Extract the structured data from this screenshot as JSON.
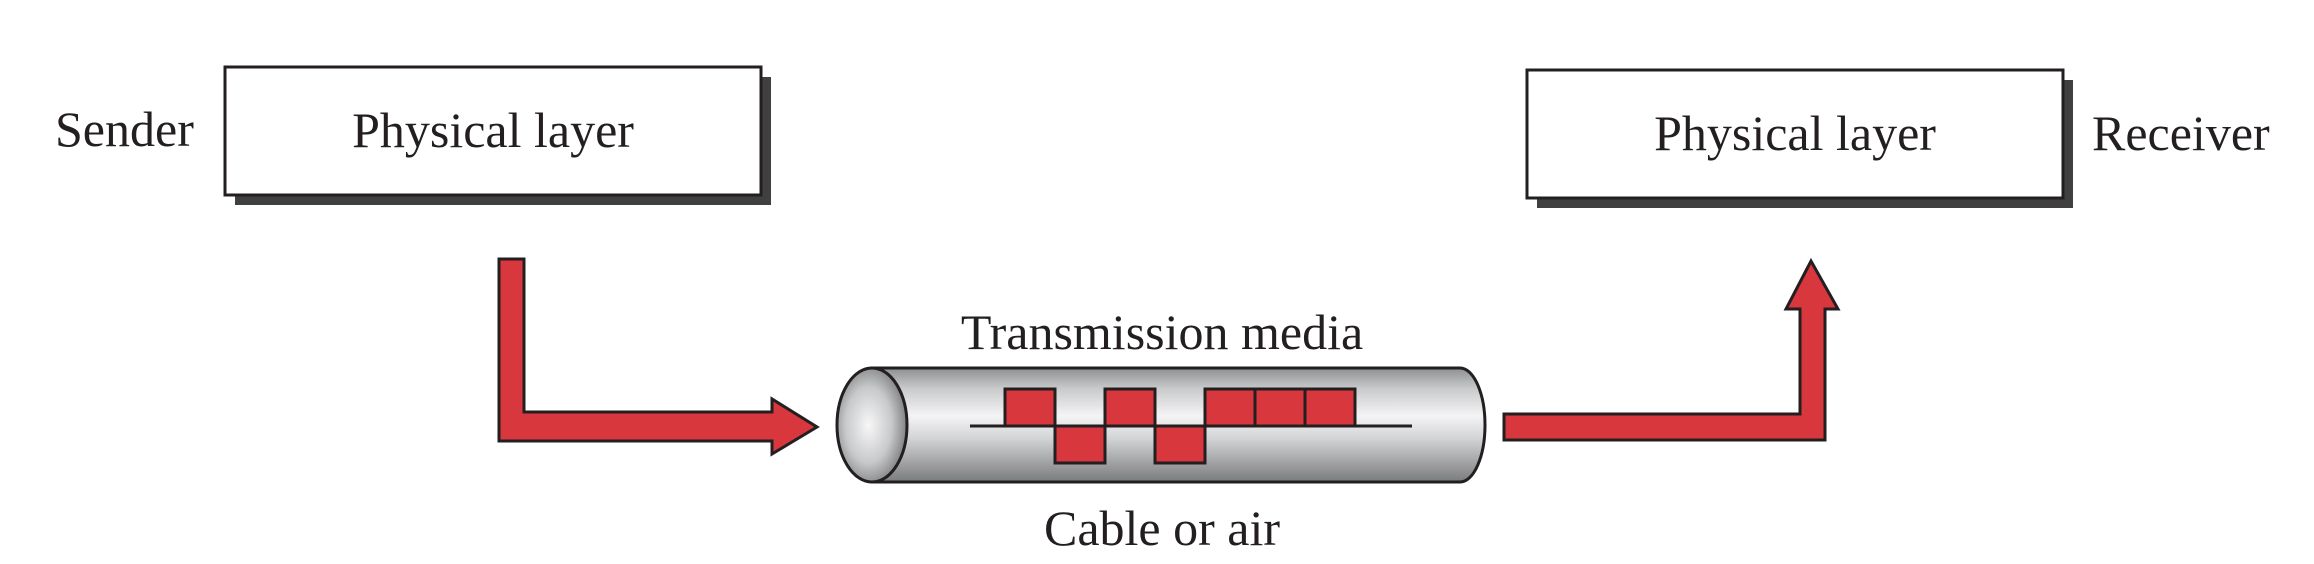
{
  "sender": {
    "side_label": "Sender",
    "box_label": "Physical layer"
  },
  "receiver": {
    "side_label": "Receiver",
    "box_label": "Physical layer"
  },
  "medium": {
    "top_label": "Transmission media",
    "bottom_label": "Cable or air",
    "signal_bits": [
      1,
      0,
      1,
      0,
      1,
      1,
      1
    ]
  },
  "colors": {
    "arrow_fill": "#d7373d",
    "outline": "#231f20",
    "box_shadow": "#404040",
    "box_fill": "#ffffff"
  }
}
